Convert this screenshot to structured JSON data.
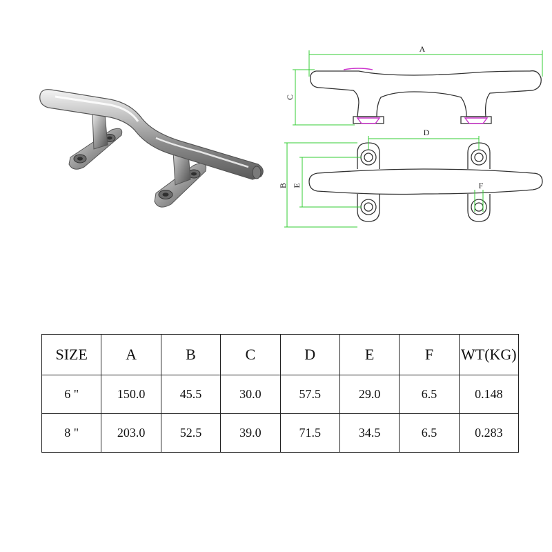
{
  "drawing": {
    "labels": {
      "a": "A",
      "b": "B",
      "c": "C",
      "d": "D",
      "e": "E",
      "f": "F"
    },
    "dimension_color": "#33cc33",
    "accent_color": "#cc33cc"
  },
  "table": {
    "headers": [
      "SIZE",
      "A",
      "B",
      "C",
      "D",
      "E",
      "F",
      "WT(KG)"
    ],
    "rows": [
      [
        "6 \"",
        "150.0",
        "45.5",
        "30.0",
        "57.5",
        "29.0",
        "6.5",
        "0.148"
      ],
      [
        "8 \"",
        "203.0",
        "52.5",
        "39.0",
        "71.5",
        "34.5",
        "6.5",
        "0.283"
      ]
    ]
  }
}
